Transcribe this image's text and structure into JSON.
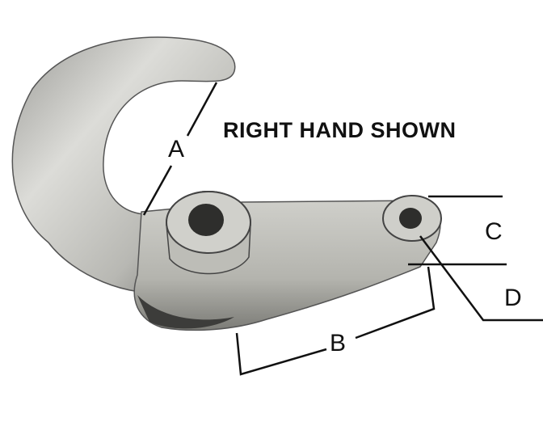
{
  "title": "RIGHT HAND SHOWN",
  "dimensions": {
    "a": "A",
    "b": "B",
    "c": "C",
    "d": "D"
  },
  "colors": {
    "metal_light": "#d8d8d4",
    "metal_mid": "#a9a9a4",
    "metal_dark": "#4a4a48",
    "line": "#111111"
  }
}
